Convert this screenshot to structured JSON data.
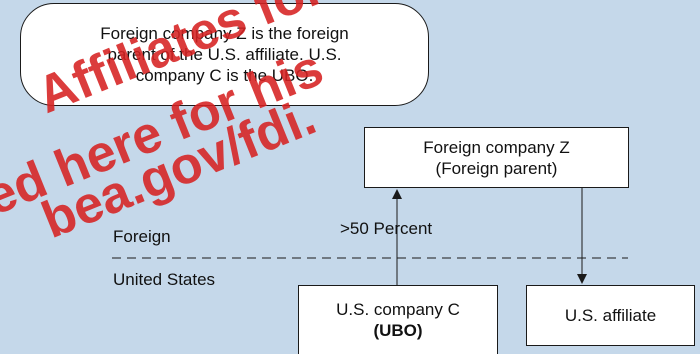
{
  "callout": {
    "lines": [
      "Foreign company Z is the foreign",
      "parent of the U.S. affiliate. U.S.",
      "company C is the UBO."
    ]
  },
  "nodes": {
    "parent": {
      "line1": "Foreign company Z",
      "line2": "(Foreign parent)"
    },
    "ubo": {
      "line1": "U.S. company C",
      "line2": "(UBO)"
    },
    "affiliate": {
      "label": "U.S. affiliate"
    }
  },
  "edge": {
    "ownership_label": ">50 Percent"
  },
  "regions": {
    "foreign": "Foreign",
    "us": "United States"
  },
  "watermark": {
    "lines": [
      "Affiliates for his",
      "ed here for his",
      "bea.gov/fdi."
    ],
    "color": "#d62121"
  },
  "colors": {
    "background": "#c5d8ea",
    "box_fill": "#ffffff",
    "line": "#1a1a1a"
  }
}
